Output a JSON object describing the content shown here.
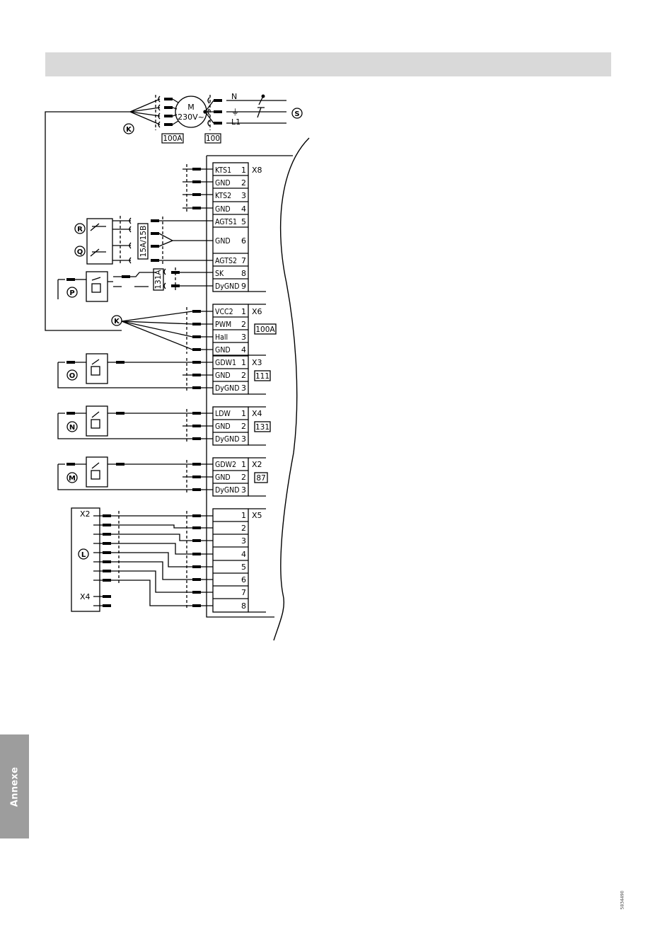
{
  "annexe_tab": "Annexe",
  "doc_code": "5834490",
  "motor": {
    "line1": "M",
    "line2": "230V~"
  },
  "mains": {
    "n": "N",
    "l1": "L1",
    "earth_symbol": "⏚",
    "ref_left": "100A",
    "ref_right": "100"
  },
  "components": {
    "k_top": "K",
    "k_mid": "K",
    "s": "S",
    "r": "R",
    "q": "Q",
    "p": "P",
    "o": "O",
    "n": "N",
    "m": "M",
    "l": "L"
  },
  "sensor_refs": {
    "rq": "15A/15B",
    "p": "131A"
  },
  "l_block": {
    "x2": "X2",
    "x4": "X4"
  },
  "x8": {
    "header": "X8",
    "pins": [
      {
        "label": "KTS1",
        "num": "1"
      },
      {
        "label": "GND",
        "num": "2"
      },
      {
        "label": "KTS2",
        "num": "3"
      },
      {
        "label": "GND",
        "num": "4"
      },
      {
        "label": "AGTS1",
        "num": "5"
      },
      {
        "label": "GND",
        "num": "6"
      },
      {
        "label": "AGTS2",
        "num": "7"
      },
      {
        "label": "SK",
        "num": "8"
      },
      {
        "label": "DyGND",
        "num": "9"
      }
    ]
  },
  "x6": {
    "header": "X6",
    "ref": "100A",
    "pins": [
      {
        "label": "VCC2",
        "num": "1"
      },
      {
        "label": "PWM",
        "num": "2"
      },
      {
        "label": "Hall",
        "num": "3"
      },
      {
        "label": "GND",
        "num": "4"
      }
    ]
  },
  "x3": {
    "header": "X3",
    "ref": "111",
    "pins": [
      {
        "label": "GDW1",
        "num": "1"
      },
      {
        "label": "GND",
        "num": "2"
      },
      {
        "label": "DyGND",
        "num": "3"
      }
    ]
  },
  "x4": {
    "header": "X4",
    "ref": "131",
    "pins": [
      {
        "label": "LDW",
        "num": "1"
      },
      {
        "label": "GND",
        "num": "2"
      },
      {
        "label": "DyGND",
        "num": "3"
      }
    ]
  },
  "x2": {
    "header": "X2",
    "ref": "87",
    "pins": [
      {
        "label": "GDW2",
        "num": "1"
      },
      {
        "label": "GND",
        "num": "2"
      },
      {
        "label": "DyGND",
        "num": "3"
      }
    ]
  },
  "x5": {
    "header": "X5",
    "pins": [
      {
        "label": "",
        "num": "1"
      },
      {
        "label": "",
        "num": "2"
      },
      {
        "label": "",
        "num": "3"
      },
      {
        "label": "",
        "num": "4"
      },
      {
        "label": "",
        "num": "5"
      },
      {
        "label": "",
        "num": "6"
      },
      {
        "label": "",
        "num": "7"
      },
      {
        "label": "",
        "num": "8"
      }
    ]
  }
}
